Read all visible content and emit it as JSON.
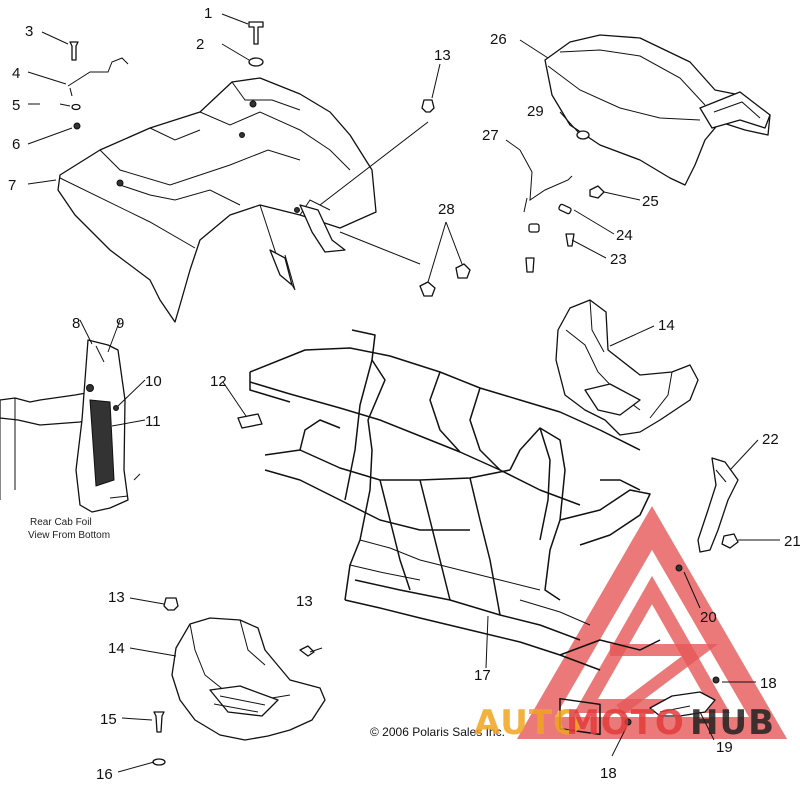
{
  "callouts": {
    "c1": "1",
    "c2": "2",
    "c3": "3",
    "c4": "4",
    "c5": "5",
    "c6": "6",
    "c7": "7",
    "c8": "8",
    "c9": "9",
    "c10": "10",
    "c11": "11",
    "c12": "12",
    "c13a": "13",
    "c13b": "13",
    "c13c": "13",
    "c14a": "14",
    "c14b": "14",
    "c15": "15",
    "c16": "16",
    "c17": "17",
    "c18a": "18",
    "c18b": "18",
    "c19": "19",
    "c20": "20",
    "c21": "21",
    "c22": "22",
    "c23": "23",
    "c24": "24",
    "c25": "25",
    "c26": "26",
    "c27": "27",
    "c28": "28",
    "c29": "29"
  },
  "inset_caption": {
    "line1": "Rear Cab Foil",
    "line2": "View From Bottom"
  },
  "copyright": "© 2006 Polaris Sales Inc.",
  "watermark": {
    "text_a": "AUTO",
    "text_b": "MOTO",
    "text_c": "HUB",
    "colors": {
      "red": "#e23b3b",
      "orange": "#f2a51e",
      "dark": "#222222"
    }
  }
}
